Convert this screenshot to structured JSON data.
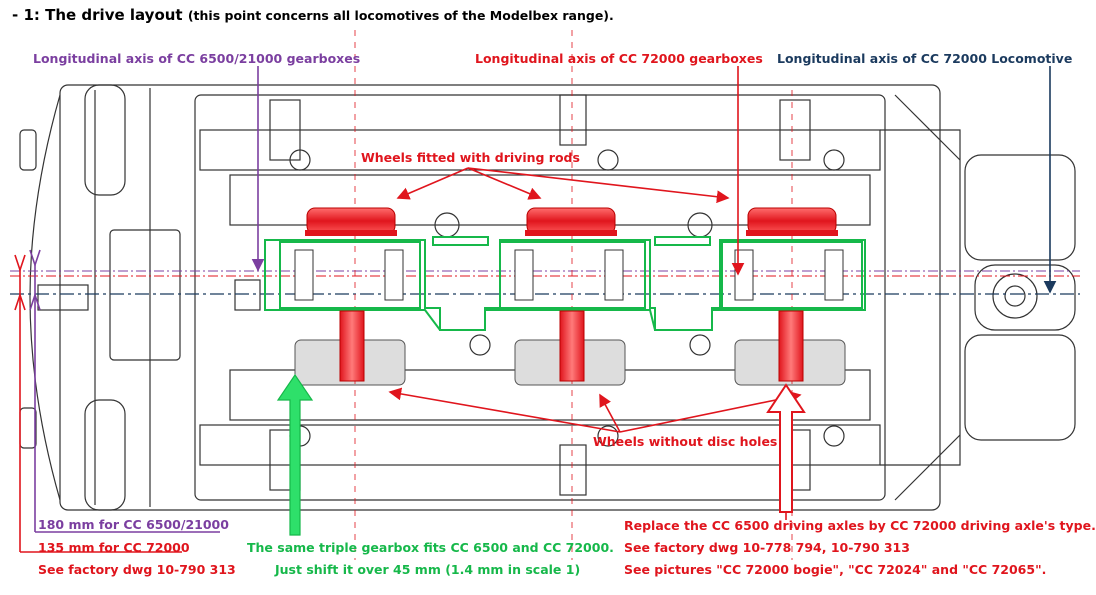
{
  "title": {
    "main": "- 1: The drive layout",
    "note": "(this point concerns all locomotives of the Modelbex range)."
  },
  "labels": {
    "axis_6500": "Longitudinal axis of CC 6500/21000 gearboxes",
    "axis_72000_gearboxes": "Longitudinal axis of CC 72000 gearboxes",
    "axis_72000_loco": "Longitudinal axis of CC 72000 Locomotive",
    "wheels_rods": "Wheels fitted with driving rods",
    "wheels_no_holes": "Wheels without disc holes",
    "dim_180": "180 mm for CC 6500/21000",
    "dim_135": "135 mm for CC 72000",
    "see_dwg_left": "See factory dwg 10-790 313",
    "gearbox_line1": "The same triple gearbox fits CC 6500 and CC 72000.",
    "gearbox_line2": "Just shift it over 45 mm (1.4 mm in scale 1)",
    "replace_line1": "Replace the CC 6500 driving axles by CC 72000 driving axle's type.",
    "replace_line2": "See factory dwg 10-778 794, 10-790 313",
    "replace_line3": "See pictures \"CC 72000 bogie\", \"CC 72024\" and \"CC 72065\"."
  },
  "colors": {
    "purple": "#7b3fa0",
    "red": "#e0151d",
    "navy": "#1b3a5e",
    "green": "#16b84a",
    "drawing": "#333333"
  }
}
